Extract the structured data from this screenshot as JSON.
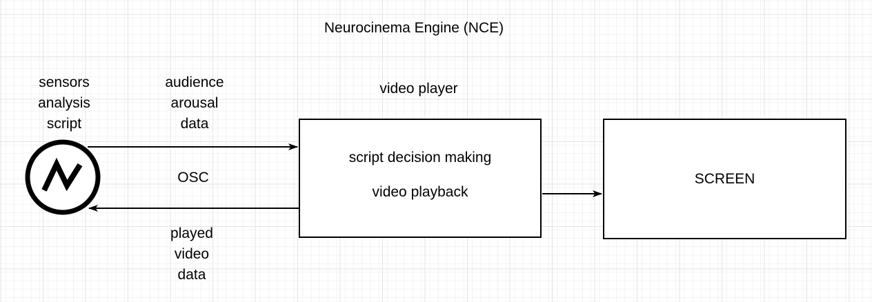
{
  "diagram": {
    "title": "Neurocinema Engine (NCE)"
  },
  "labels": {
    "sensor_node": "sensors\nanalysis\nscript",
    "audience_data": "audience\narousal\ndata",
    "osc": "OSC",
    "played_data": "played\nvideo\ndata",
    "video_player": "video player"
  },
  "nodes": {
    "sensor": {
      "icon": "zigzag-pulse-icon",
      "shape": "circle"
    },
    "player_box": {
      "line1": "script decision making",
      "line2": "video playback"
    },
    "screen_box": {
      "label": "SCREEN"
    }
  },
  "edges": [
    {
      "from": "sensor",
      "to": "player_box",
      "direction": "right",
      "labels": [
        "audience arousal data",
        "OSC"
      ]
    },
    {
      "from": "player_box",
      "to": "sensor",
      "direction": "left",
      "labels": [
        "OSC",
        "played video data"
      ]
    },
    {
      "from": "player_box",
      "to": "screen_box",
      "direction": "right",
      "labels": []
    }
  ],
  "colors": {
    "stroke": "#000000",
    "background": "#ffffff",
    "grid_minor": "#f3f3f3",
    "grid_major": "#e3e3e3"
  }
}
